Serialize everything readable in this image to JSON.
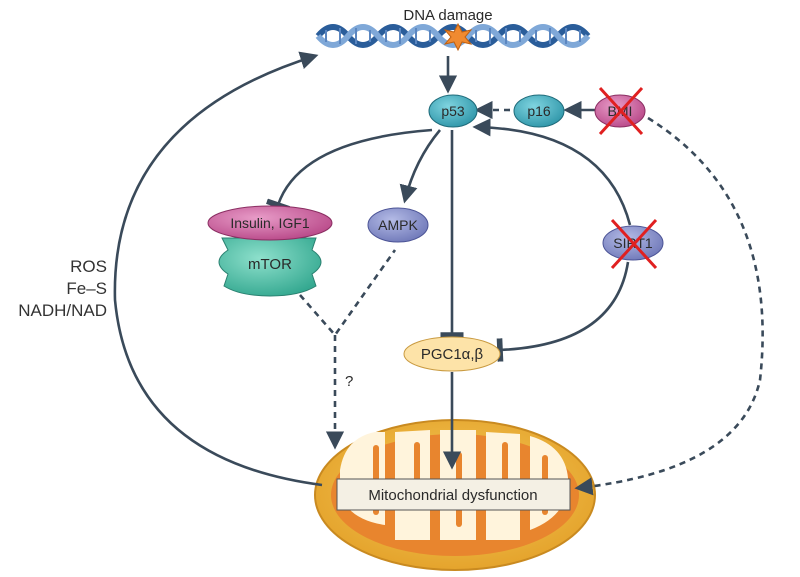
{
  "nodes": {
    "dna_damage": "DNA damage",
    "p53": "p53",
    "p16": "p16",
    "bmi": "BMI",
    "insulin_igf1": "Insulin, IGF1",
    "mtor": "mTOR",
    "ampk": "AMPK",
    "sirt1": "SIRT1",
    "pgc1": "PGC1α,β",
    "mito_dysfunction": "Mitochondrial dysfunction"
  },
  "side_labels": [
    "ROS",
    "Fe–S",
    "NADH/NAD"
  ],
  "question_mark": "?",
  "colors": {
    "arrow": "#3a4a5a",
    "p53_fill": "#3aa6b8",
    "p16_fill": "#3aa6b8",
    "bmi_fill": "#c44f93",
    "insulin_fill": "#c65a9c",
    "mtor_fill": "#40b4a0",
    "ampk_fill": "#8088c2",
    "sirt1_fill": "#8088c2",
    "pgc1_fill": "#fde3a8",
    "mito_outer": "#f0b840",
    "mito_inner": "#fff4dc",
    "mito_cristae": "#e8852e",
    "cross_out": "#e02020",
    "dna_blue": "#2a5d9a"
  },
  "inhibited_nodes": [
    "BMI",
    "SIRT1"
  ]
}
